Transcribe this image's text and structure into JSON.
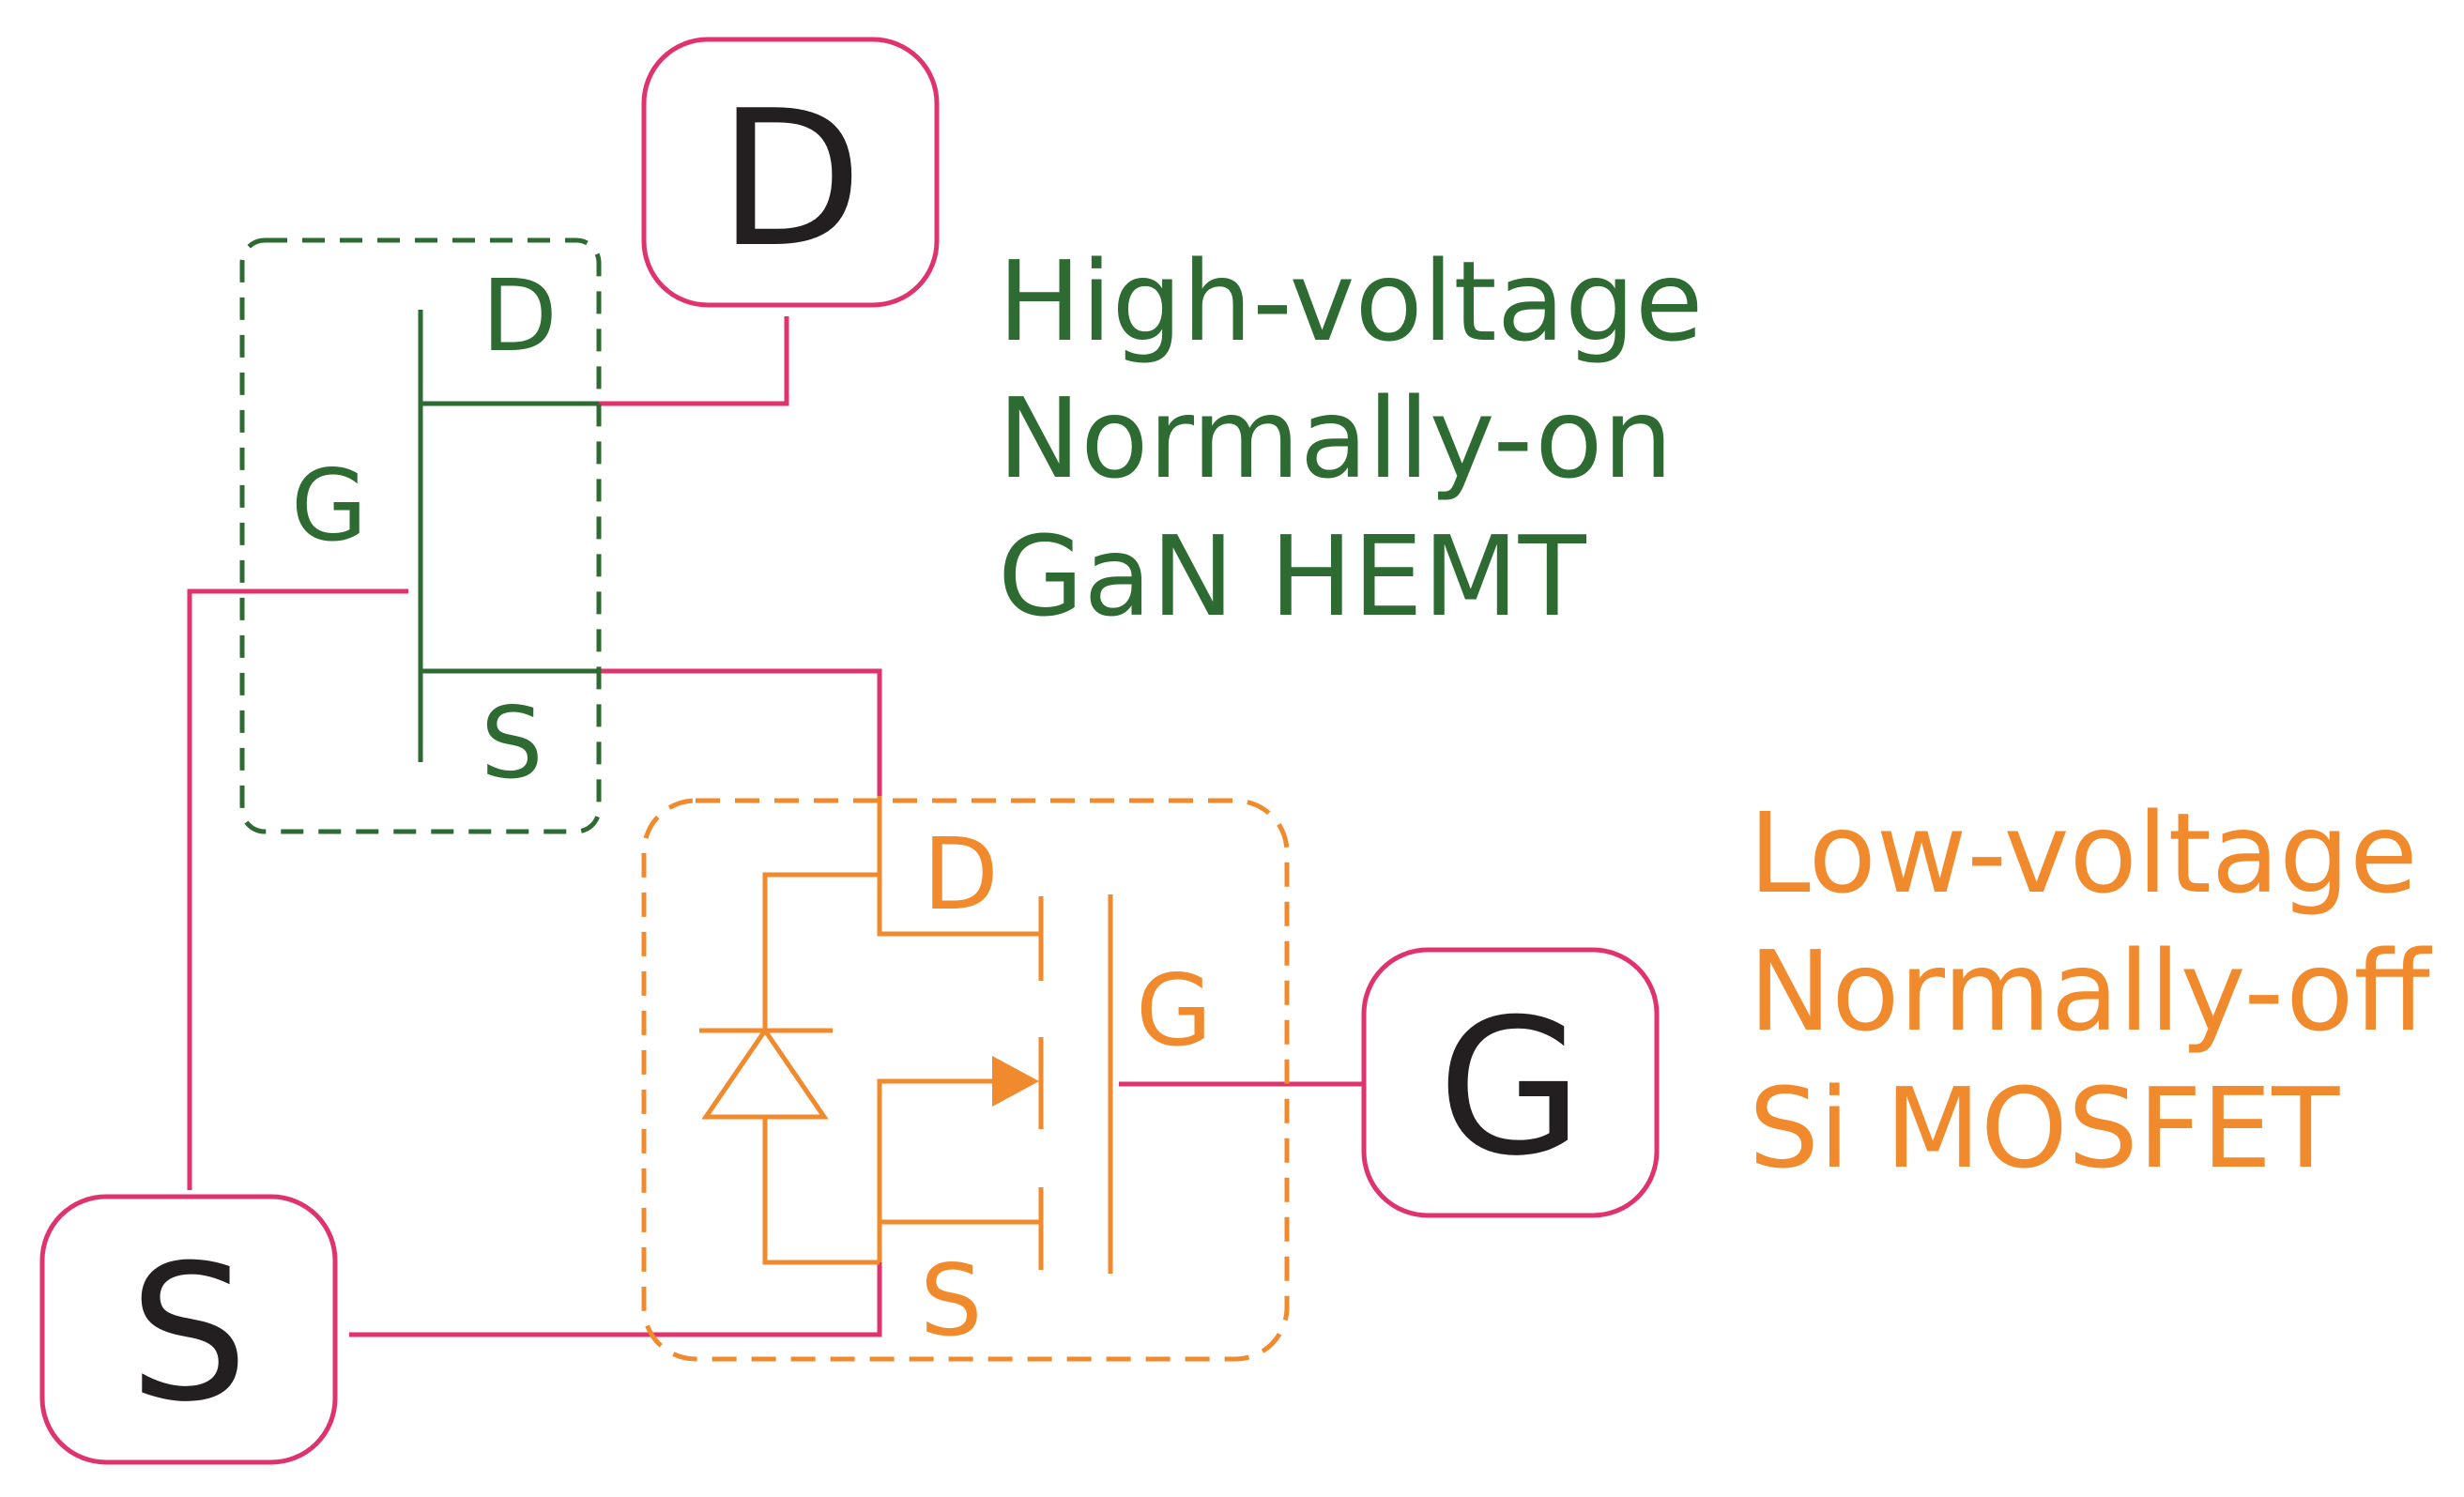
{
  "colors": {
    "wire": "#e0336e",
    "gan": "#2e6b32",
    "mosfet": "#f08a2c",
    "terminal_text": "#231f20"
  },
  "terminals": {
    "drain": "D",
    "gate": "G",
    "source": "S"
  },
  "gan_hemt": {
    "pin_drain": "D",
    "pin_gate": "G",
    "pin_source": "S",
    "description": [
      "High-voltage",
      "Normally-on",
      "GaN HEMT"
    ]
  },
  "si_mosfet": {
    "pin_drain": "D",
    "pin_gate": "G",
    "pin_source": "S",
    "description": [
      "Low-voltage",
      "Normally-off",
      "Si MOSFET"
    ]
  }
}
